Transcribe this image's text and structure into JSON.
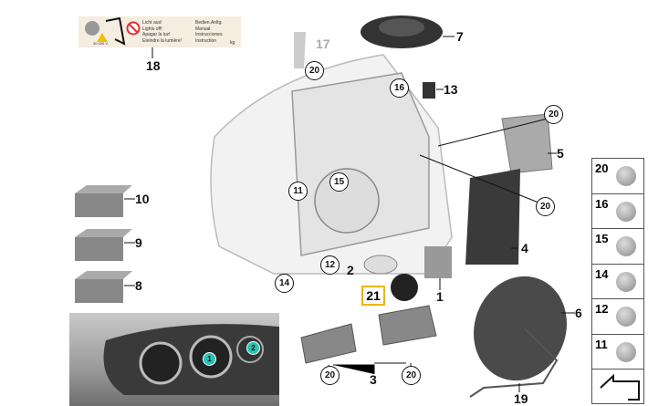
{
  "warning_label": {
    "lines_left": [
      "Licht aus!",
      "Lights off!",
      "Apagar la luz!",
      "Eteindre la lumière!"
    ],
    "lines_right": [
      "Bedien.Anltg.",
      "Manual",
      "Instrucciones",
      "Instruction"
    ],
    "voltage": "30 000 V",
    "weight_unit": "kg"
  },
  "callouts": {
    "p1": "1",
    "p2": "2",
    "p3": "3",
    "p4": "4",
    "p5": "5",
    "p6": "6",
    "p7": "7",
    "p8": "8",
    "p9": "9",
    "p10": "10",
    "p11": "11",
    "p12": "12",
    "p13": "13",
    "p14": "14",
    "p15": "15",
    "p16": "16",
    "p17": "17",
    "p18": "18",
    "p19": "19",
    "p20": "20",
    "p21": "21"
  },
  "hardware_panel": [
    "20",
    "16",
    "15",
    "14",
    "12",
    "11"
  ],
  "photo_markers": [
    "1",
    "2"
  ],
  "colors": {
    "highlight": "#f0b400",
    "marker": "#26c2b5"
  }
}
